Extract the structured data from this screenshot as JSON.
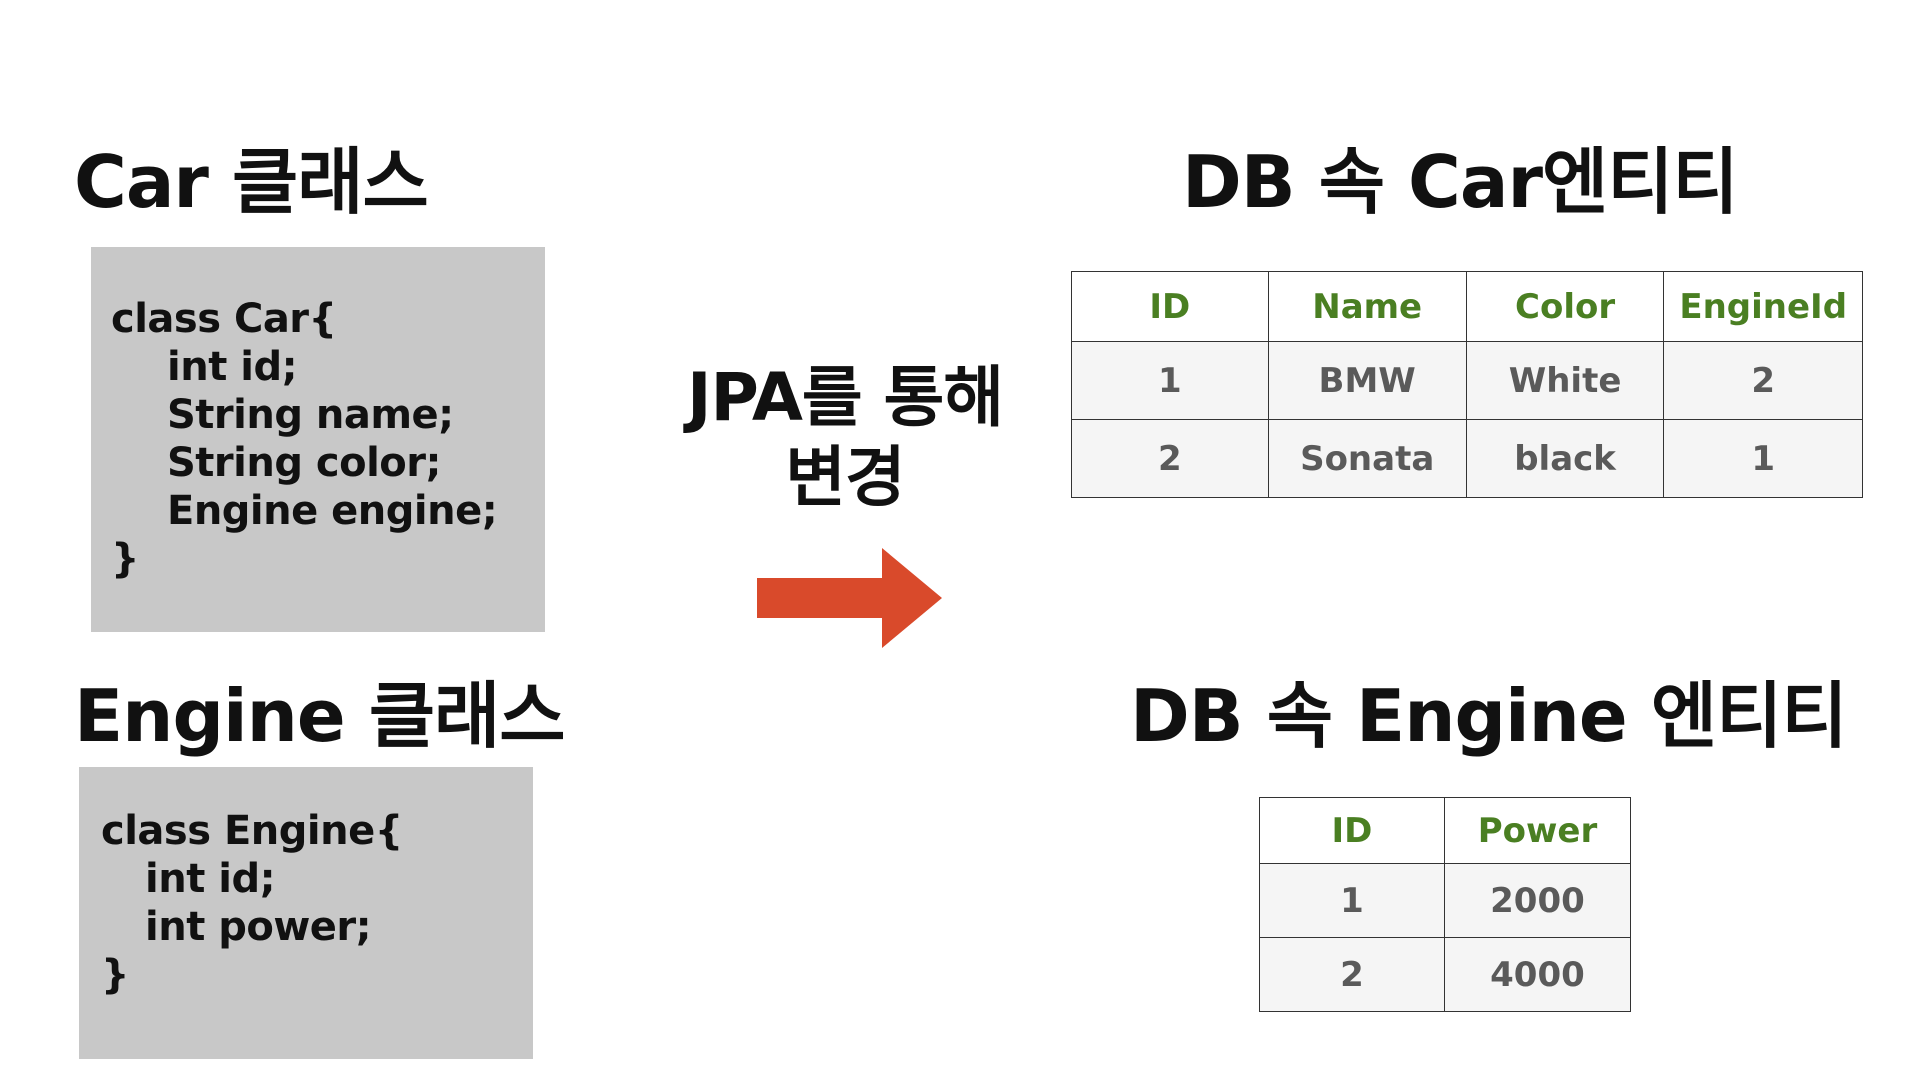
{
  "car_class": {
    "title": "Car 클래스",
    "code": [
      "class Car{",
      "int id;",
      "String name;",
      "String color;",
      "Engine engine;",
      "}"
    ]
  },
  "engine_class": {
    "title": "Engine 클래스",
    "code": [
      "class Engine{",
      "int id;",
      "int power;",
      "}"
    ]
  },
  "middle": {
    "line1": "JPA를 통해",
    "line2": "변경"
  },
  "car_entity": {
    "title": "DB 속 Car엔티티",
    "headers": [
      "ID",
      "Name",
      "Color",
      "EngineId"
    ],
    "rows": [
      [
        "1",
        "BMW",
        "White",
        "2"
      ],
      [
        "2",
        "Sonata",
        "black",
        "1"
      ]
    ]
  },
  "engine_entity": {
    "title": "DB 속 Engine 엔티티",
    "headers": [
      "ID",
      "Power"
    ],
    "rows": [
      [
        "1",
        "2000"
      ],
      [
        "2",
        "4000"
      ]
    ]
  },
  "colors": {
    "arrow": "#d94a2b",
    "header_text": "#4a7f22",
    "code_bg": "#c8c8c8"
  }
}
